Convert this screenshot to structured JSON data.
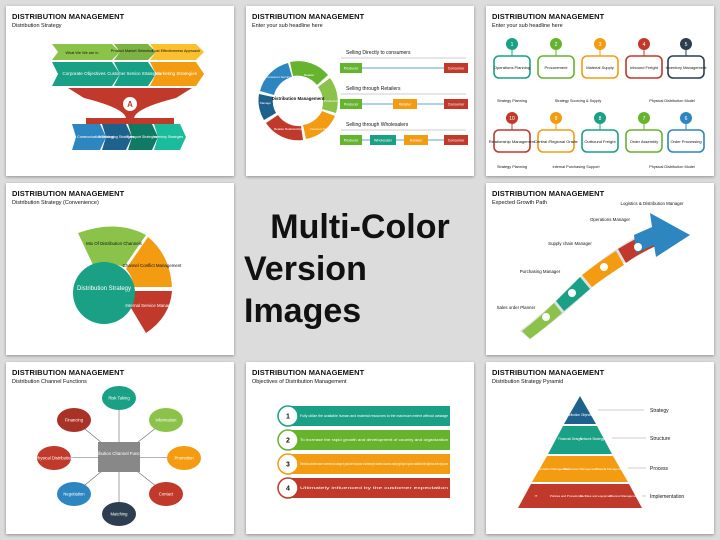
{
  "common_title": "DISTRIBUTION MANAGEMENT",
  "center_banner": {
    "line1": "Multi-Color",
    "line2": "Version Images"
  },
  "slides": [
    {
      "subtitle": "Distribution Strategy",
      "top_headers": [
        "What We We are In",
        "Product Market Selection",
        "Cost Effectiveness Approach"
      ],
      "top_items": [
        "Corporate Objectives",
        "Customer Service Strategies",
        "Marketing Strategies"
      ],
      "bottom_items": [
        "Customer Communication Strategy",
        "Warehousing Strategies",
        "Transport Strategies",
        "Inventory Strategies"
      ]
    },
    {
      "subtitle": "Enter your sub headline here",
      "hub": "Distribution Management",
      "ring": [
        "Consumer Services",
        "Retailer",
        "Production Management",
        "Inventory Monitoring",
        "Retailer Relationship",
        "Manage"
      ],
      "channels": [
        {
          "title": "Selling Directly to consumers",
          "nodes": [
            "Producer",
            "Consumer"
          ]
        },
        {
          "title": "Selling through Retailers",
          "nodes": [
            "Producer",
            "Retailer",
            "Consumer"
          ]
        },
        {
          "title": "Selling through Wholesalers",
          "nodes": [
            "Producer",
            "Wholesaler",
            "Retailer",
            "Consumer"
          ]
        }
      ]
    },
    {
      "subtitle": "Enter your sub headline here",
      "row1": [
        "Operations Planning",
        "Procurement",
        "Material Supply",
        "Inbound Freight",
        "Inventory Management"
      ],
      "row2": [
        "Relationship Management",
        "Central /Regional Onsite",
        "Outbound Freight",
        "Order Assembly",
        "Order Processing"
      ],
      "numbers1": [
        "1",
        "2",
        "3",
        "4",
        "5"
      ],
      "numbers2": [
        "10",
        "9",
        "8",
        "7",
        "6"
      ],
      "labels_mid": [
        "Strategy Planning",
        "Strategy Sourcing & Supply",
        "Physical Distribution Model"
      ],
      "labels_bottom": [
        "Strategy Planning",
        "Internal Purchasing Support",
        "Physical Distribution Model"
      ]
    },
    {
      "subtitle": "Distribution Strategy (Convenience)",
      "hub": "Distribution Strategy",
      "segments": [
        "Mix Of Distribution Channels",
        "Channel Conflict Management",
        "Internal Service Management"
      ]
    },
    {
      "subtitle": "Expected Growth Path",
      "steps": [
        "Sales order Planner",
        "Purchasing Manager",
        "Supply chain Manager",
        "Operations Manager",
        "Logistics & Distribution Manager"
      ]
    },
    {
      "subtitle": "Distribution Channel Functions",
      "hub": "Distribution Channel Functions",
      "nodes": [
        "Risk Taking",
        "Information",
        "Promotion",
        "Contact",
        "Matching",
        "Negotiation",
        "Physical Distribution",
        "Financing"
      ]
    },
    {
      "subtitle": "Objectives of Distribution  Management",
      "numbers": [
        "1",
        "2",
        "3",
        "4"
      ],
      "items": [
        "Fully utilize the available human and material resources to the maximum extent without wastage",
        "To increase the rapid growth and development of country and organization",
        "Distribution activities ensure movement and storage of goods for the purpose of achieving the desired outcomes, making right type of goods available at the right time at the right place",
        "Ultimately influenced by the customer expectation"
      ]
    },
    {
      "subtitle": "Distribution Strategy Pyramid",
      "apex": "Distribution Objectives",
      "tier2": [
        "Financial Design",
        "Network Strategy"
      ],
      "tier3": [
        "Transportation Management",
        "Warehouse Management",
        "Material Management"
      ],
      "tier4": [
        "IT",
        "Policies and Procedures",
        "Facilities and equipment",
        "Channel Management"
      ],
      "side_labels": [
        "Strategy",
        "Structure",
        "Process",
        "Implementation"
      ]
    }
  ],
  "colors": {
    "teal": "#1aa085",
    "green": "#66b32e",
    "orange": "#f39c12",
    "red": "#c0392b",
    "navy": "#2c3e50",
    "blue": "#2e86c1"
  }
}
